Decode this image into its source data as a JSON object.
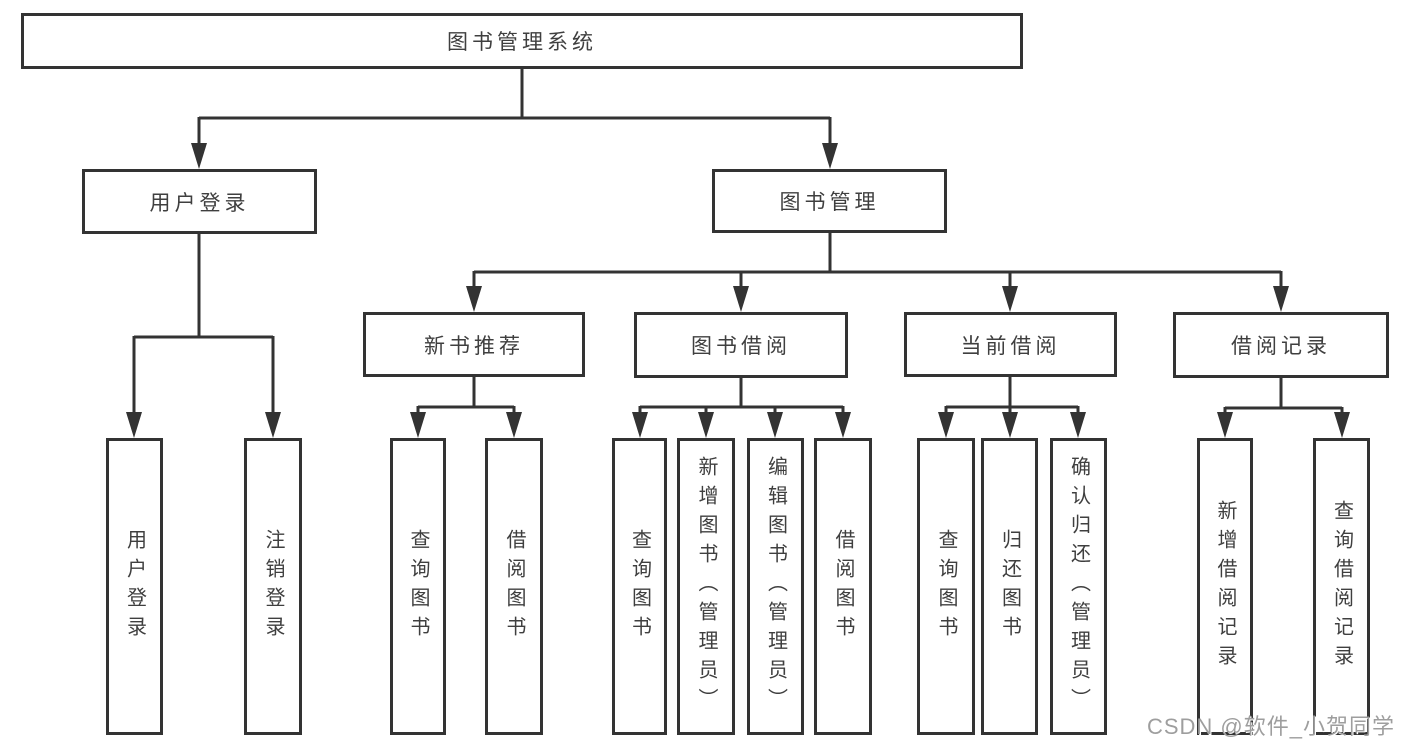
{
  "tree": {
    "root": {
      "label": "图书管理系统"
    },
    "branches": [
      {
        "label": "用户登录",
        "children": [
          {
            "label": "用户登录"
          },
          {
            "label": "注销登录"
          }
        ]
      },
      {
        "label": "图书管理",
        "children": [
          {
            "label": "新书推荐",
            "children": [
              {
                "label": "查询图书"
              },
              {
                "label": "借阅图书"
              }
            ]
          },
          {
            "label": "图书借阅",
            "children": [
              {
                "label": "查询图书"
              },
              {
                "label": "新增图书（管理员）"
              },
              {
                "label": "编辑图书（管理员）"
              },
              {
                "label": "借阅图书"
              }
            ]
          },
          {
            "label": "当前借阅",
            "children": [
              {
                "label": "查询图书"
              },
              {
                "label": "归还图书"
              },
              {
                "label": "确认归还（管理员）"
              }
            ]
          },
          {
            "label": "借阅记录",
            "children": [
              {
                "label": "新增借阅记录"
              },
              {
                "label": "查询借阅记录"
              }
            ]
          }
        ]
      }
    ]
  },
  "watermark": {
    "text": "CSDN @软件_小贺同学"
  },
  "colors": {
    "line": "#333333",
    "box_border": "#333333",
    "text": "#3f3f3f",
    "watermark": "#9e9e9e",
    "background": "#ffffff"
  }
}
